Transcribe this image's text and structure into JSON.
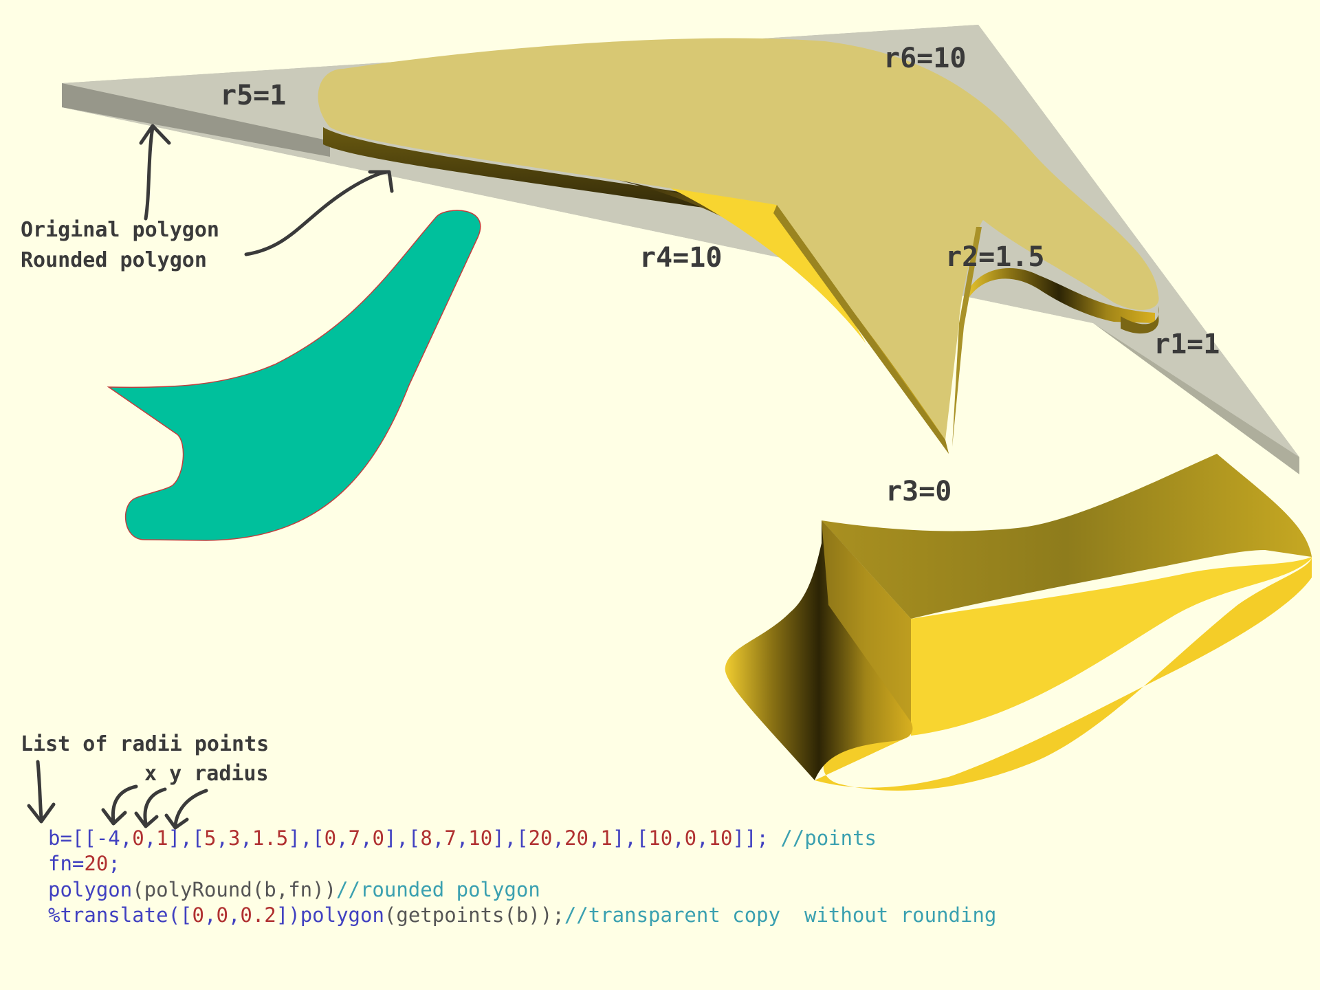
{
  "labels": {
    "r1": "r1=1",
    "r2": "r2=1.5",
    "r3": "r3=0",
    "r4": "r4=10",
    "r5": "r5=1",
    "r6": "r6=10",
    "original": "Original polygon",
    "rounded": "Rounded polygon",
    "list_title": "List of radii points",
    "xyr": "x y radius"
  },
  "code": {
    "line1": [
      {
        "t": "b=[[-4,",
        "c": "#4040c0"
      },
      {
        "t": "0",
        "c": "#b03030"
      },
      {
        "t": ",",
        "c": "#4040c0"
      },
      {
        "t": "1",
        "c": "#b03030"
      },
      {
        "t": "],[",
        "c": "#4040c0"
      },
      {
        "t": "5",
        "c": "#b03030"
      },
      {
        "t": ",",
        "c": "#4040c0"
      },
      {
        "t": "3",
        "c": "#b03030"
      },
      {
        "t": ",",
        "c": "#4040c0"
      },
      {
        "t": "1.5",
        "c": "#b03030"
      },
      {
        "t": "],[",
        "c": "#4040c0"
      },
      {
        "t": "0",
        "c": "#b03030"
      },
      {
        "t": ",",
        "c": "#4040c0"
      },
      {
        "t": "7",
        "c": "#b03030"
      },
      {
        "t": ",",
        "c": "#4040c0"
      },
      {
        "t": "0",
        "c": "#b03030"
      },
      {
        "t": "],[",
        "c": "#4040c0"
      },
      {
        "t": "8",
        "c": "#b03030"
      },
      {
        "t": ",",
        "c": "#4040c0"
      },
      {
        "t": "7",
        "c": "#b03030"
      },
      {
        "t": ",",
        "c": "#4040c0"
      },
      {
        "t": "10",
        "c": "#b03030"
      },
      {
        "t": "],[",
        "c": "#4040c0"
      },
      {
        "t": "20",
        "c": "#b03030"
      },
      {
        "t": ",",
        "c": "#4040c0"
      },
      {
        "t": "20",
        "c": "#b03030"
      },
      {
        "t": ",",
        "c": "#4040c0"
      },
      {
        "t": "1",
        "c": "#b03030"
      },
      {
        "t": "],[",
        "c": "#4040c0"
      },
      {
        "t": "10",
        "c": "#b03030"
      },
      {
        "t": ",",
        "c": "#4040c0"
      },
      {
        "t": "0",
        "c": "#b03030"
      },
      {
        "t": ",",
        "c": "#4040c0"
      },
      {
        "t": "10",
        "c": "#b03030"
      },
      {
        "t": "]]; ",
        "c": "#4040c0"
      },
      {
        "t": "//points",
        "c": "#3aa0b0"
      }
    ],
    "line2": [
      {
        "t": "fn=",
        "c": "#4040c0"
      },
      {
        "t": "20",
        "c": "#b03030"
      },
      {
        "t": ";",
        "c": "#4040c0"
      }
    ],
    "line3": [
      {
        "t": "polygon",
        "c": "#4040c0"
      },
      {
        "t": "(polyRound(b,fn))",
        "c": "#555555"
      },
      {
        "t": "//rounded polygon",
        "c": "#3aa0b0"
      }
    ],
    "line4": [
      {
        "t": "%translate([",
        "c": "#4040c0"
      },
      {
        "t": "0",
        "c": "#b03030"
      },
      {
        "t": ",",
        "c": "#4040c0"
      },
      {
        "t": "0",
        "c": "#b03030"
      },
      {
        "t": ",",
        "c": "#4040c0"
      },
      {
        "t": "0.2",
        "c": "#b03030"
      },
      {
        "t": "])",
        "c": "#4040c0"
      },
      {
        "t": "polygon",
        "c": "#4040c0"
      },
      {
        "t": "(getpoints(b));",
        "c": "#555555"
      },
      {
        "t": "//transparent copy  without rounding",
        "c": "#3aa0b0"
      }
    ]
  },
  "colors": {
    "background": "#ffffe5",
    "teal": "#00c09c",
    "gold": "#d8c873",
    "yellow": "#f8d530",
    "ghost": "#9e9e90",
    "label": "#3a3a3a"
  }
}
